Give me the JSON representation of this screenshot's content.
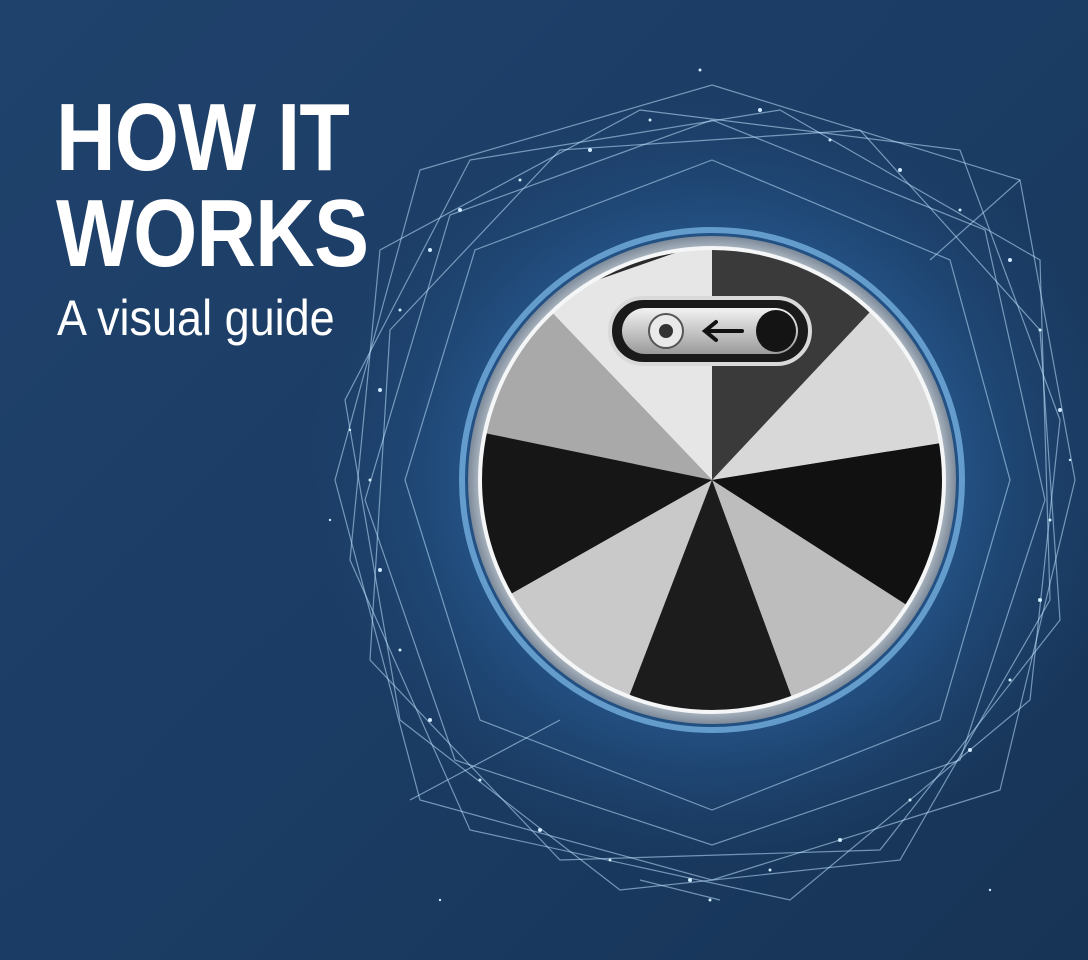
{
  "hero": {
    "title_line1": "HOW IT",
    "title_line2": "WORKS",
    "subtitle": "A visual guide"
  },
  "illustration": {
    "icon": "metal-puck-device-icon",
    "switch_icon": "arrow-left-icon"
  },
  "colors": {
    "background": "#1b3c64",
    "glow": "#4aa8ff",
    "text": "#ffffff"
  }
}
